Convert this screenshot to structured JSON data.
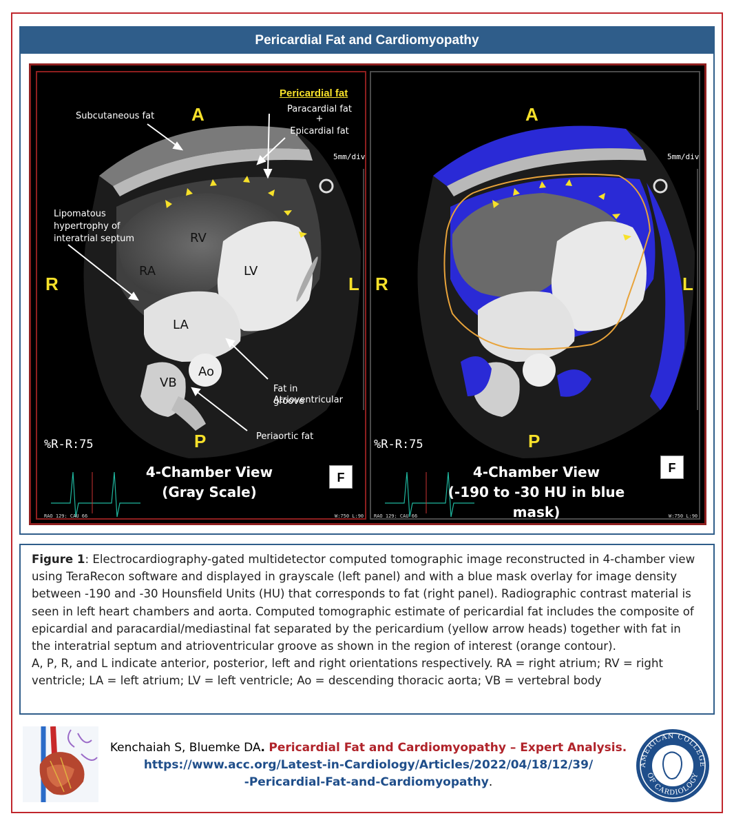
{
  "header": {
    "title": "Pericardial Fat and Cardiomyopathy"
  },
  "left_panel": {
    "orientation": {
      "anterior": "A",
      "posterior": "P",
      "right": "R",
      "left": "L"
    },
    "pericardial_fat_title": "Pericardial fat",
    "paracardial_fat": "Paracardial fat",
    "plus": "+",
    "epicardial_fat": "Epicardial fat",
    "subcutaneous_fat": "Subcutaneous fat",
    "lipomatous_1": "Lipomatous",
    "lipomatous_2": "hypertrophy of",
    "lipomatous_3": "interatrial septum",
    "chambers": {
      "ra": "RA",
      "rv": "RV",
      "lv": "LV",
      "la": "LA",
      "ao": "Ao",
      "vb": "VB"
    },
    "av_groove_1": "Fat in Atrioventricular",
    "av_groove_2": "groove",
    "periaortic": "Periaortic fat",
    "scale": "5mm/div",
    "rr": "%R-R:75",
    "view_title_1": "4-Chamber View",
    "view_title_2": "(Gray Scale)",
    "corner_left": "RAO 129: CAU 66",
    "corner_right": "W:750 L:90",
    "cube_letter": "F"
  },
  "right_panel": {
    "orientation": {
      "anterior": "A",
      "posterior": "P",
      "right": "R",
      "left": "L"
    },
    "scale": "5mm/div",
    "rr": "%R-R:75",
    "view_title_1": "4-Chamber View",
    "view_title_2": "(-190 to -30 HU in blue mask)",
    "corner_left": "RAO 129: CAU 66",
    "corner_right": "W:750 L:90",
    "cube_letter": "F"
  },
  "caption": {
    "figure_label": "Figure 1",
    "text_1": ": Electrocardiography-gated multidetector computed tomographic image reconstructed in 4-chamber view using TeraRecon software and displayed in grayscale (left panel) and with a blue mask overlay for image density between -190 and -30 Hounsfield Units (HU) that corresponds to fat (right panel). Radiographic contrast material is seen in left heart chambers and aorta. Computed tomographic estimate of pericardial fat includes the composite of epicardial and paracardial/mediastinal fat separated by the pericardium (yellow arrow heads) together with fat in the interatrial septum and atrioventricular groove as shown in the region of interest (orange contour).",
    "text_2": "A, P, R, and L indicate anterior, posterior, left and right orientations respectively. RA = right atrium; RV = right ventricle; LA = left atrium; LV = left ventricle; Ao = descending thoracic aorta; VB = vertebral body"
  },
  "citation": {
    "authors": "Kenchaiah S, Bluemke DA",
    "period": ".",
    "article_title": "Pericardial Fat and Cardiomyopathy – Expert Analysis.",
    "url_1": "https://www.acc.org/Latest-in-Cardiology/Articles/2022/04/18/12/39/",
    "url_2": "-Pericardial-Fat-and-Cardiomyopathy",
    "url_end": "."
  },
  "seal": {
    "top_text": "AMERICAN COLLEGE",
    "bottom_text": "OF CARDIOLOGY"
  },
  "colors": {
    "brand_blue": "#2f5d8a",
    "frame_red": "#c0262c",
    "annotation_yellow": "#f7e12a",
    "mask_blue": "#2a2ad6",
    "roi_orange": "#e8a33a"
  }
}
